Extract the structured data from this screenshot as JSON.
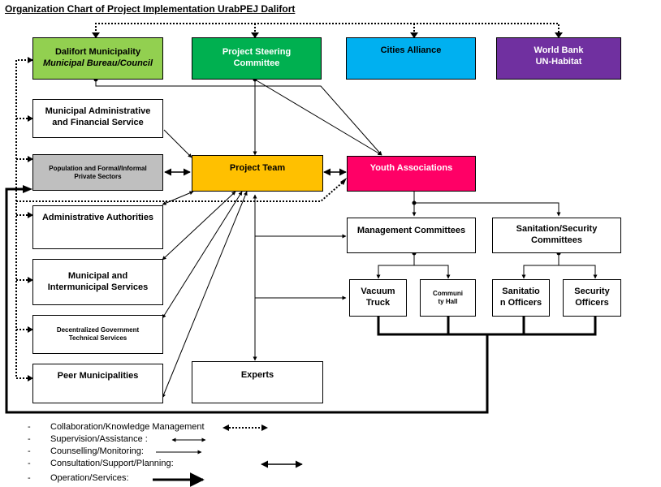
{
  "title": "Organization Chart of Project Implementation  UrabPEJ Dalifort",
  "colors": {
    "green_light": "#92d050",
    "green": "#00b050",
    "blue": "#00b0f0",
    "purple": "#7030a0",
    "amber": "#ffc000",
    "magenta": "#ff0066",
    "gray": "#bfbfbf"
  },
  "boxes": {
    "dalifort_municipality": [
      "Dalifort Municipality",
      "Municipal Bureau/Council"
    ],
    "project_steering": [
      "Project Steering",
      "Committee"
    ],
    "cities_alliance": [
      "Cities Alliance"
    ],
    "world_bank": [
      "World Bank",
      "UN-Habitat"
    ],
    "municipal_admin_fin": [
      "Municipal Administrative",
      "and Financial Service"
    ],
    "population_sectors": [
      "Population and Formal/Informal",
      "Private Sectors"
    ],
    "project_team": [
      "Project Team"
    ],
    "youth_associations": [
      "Youth Associations"
    ],
    "admin_authorities": [
      "Administrative Authorities"
    ],
    "management_committees": [
      "Management Committees"
    ],
    "sanitation_security_committees": [
      "Sanitation/Security",
      "Committees"
    ],
    "municipal_intermunicipal": [
      "Municipal and",
      "Intermunicipal Services"
    ],
    "vacuum_truck": [
      "Vacuum",
      "Truck"
    ],
    "community_hall": [
      "Communi",
      "ty Hall"
    ],
    "sanitation_officers": [
      "Sanitatio",
      "n Officers"
    ],
    "security_officers": [
      "Security",
      "Officers"
    ],
    "decentralized_gov": [
      "Decentralized Government",
      "Technical Services"
    ],
    "peer_municipalities": [
      "Peer Municipalities"
    ],
    "experts": [
      "Experts"
    ]
  },
  "legend": [
    {
      "dash": "-",
      "label": "Collaboration/Knowledge Management",
      "style": "dotted-double"
    },
    {
      "dash": "-",
      "label": "Supervision/Assistance :",
      "style": "double-thin"
    },
    {
      "dash": "-",
      "label": "Counselling/Monitoring:",
      "style": "single"
    },
    {
      "dash": "-",
      "label": "Consultation/Support/Planning:",
      "style": "double"
    },
    {
      "dash": "-",
      "label": "Operation/Services:",
      "style": "thick"
    }
  ]
}
